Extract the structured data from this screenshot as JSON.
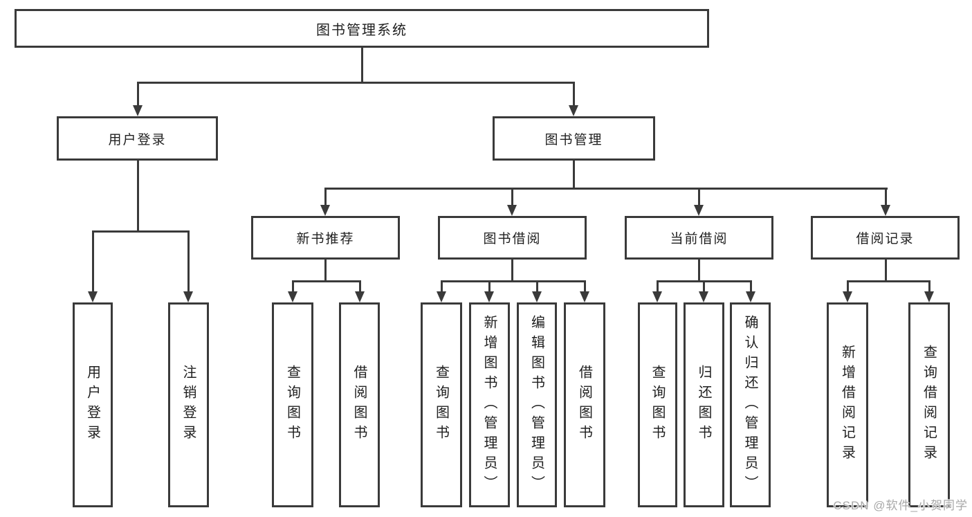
{
  "diagram_type": "hierarchy-tree",
  "tree": {
    "root": "图书管理系统",
    "children": [
      {
        "label": "用户登录",
        "children": [
          {
            "label": "用户登录"
          },
          {
            "label": "注销登录"
          }
        ]
      },
      {
        "label": "图书管理",
        "children": [
          {
            "label": "新书推荐",
            "children": [
              {
                "label": "查询图书"
              },
              {
                "label": "借阅图书"
              }
            ]
          },
          {
            "label": "图书借阅",
            "children": [
              {
                "label": "查询图书"
              },
              {
                "label": "新增图书（管理员）"
              },
              {
                "label": "编辑图书（管理员）"
              },
              {
                "label": "借阅图书"
              }
            ]
          },
          {
            "label": "当前借阅",
            "children": [
              {
                "label": "查询图书"
              },
              {
                "label": "归还图书"
              },
              {
                "label": "确认归还（管理员）"
              }
            ]
          },
          {
            "label": "借阅记录",
            "children": [
              {
                "label": "新增借阅记录"
              },
              {
                "label": "查询借阅记录"
              }
            ]
          }
        ]
      }
    ]
  },
  "watermark": {
    "text": "CSDN @软件_小贺同学"
  },
  "colors": {
    "line": "#3a3a3a",
    "text": "#1f1f1f",
    "background": "#ffffff",
    "watermark": "#a8a8a8"
  }
}
